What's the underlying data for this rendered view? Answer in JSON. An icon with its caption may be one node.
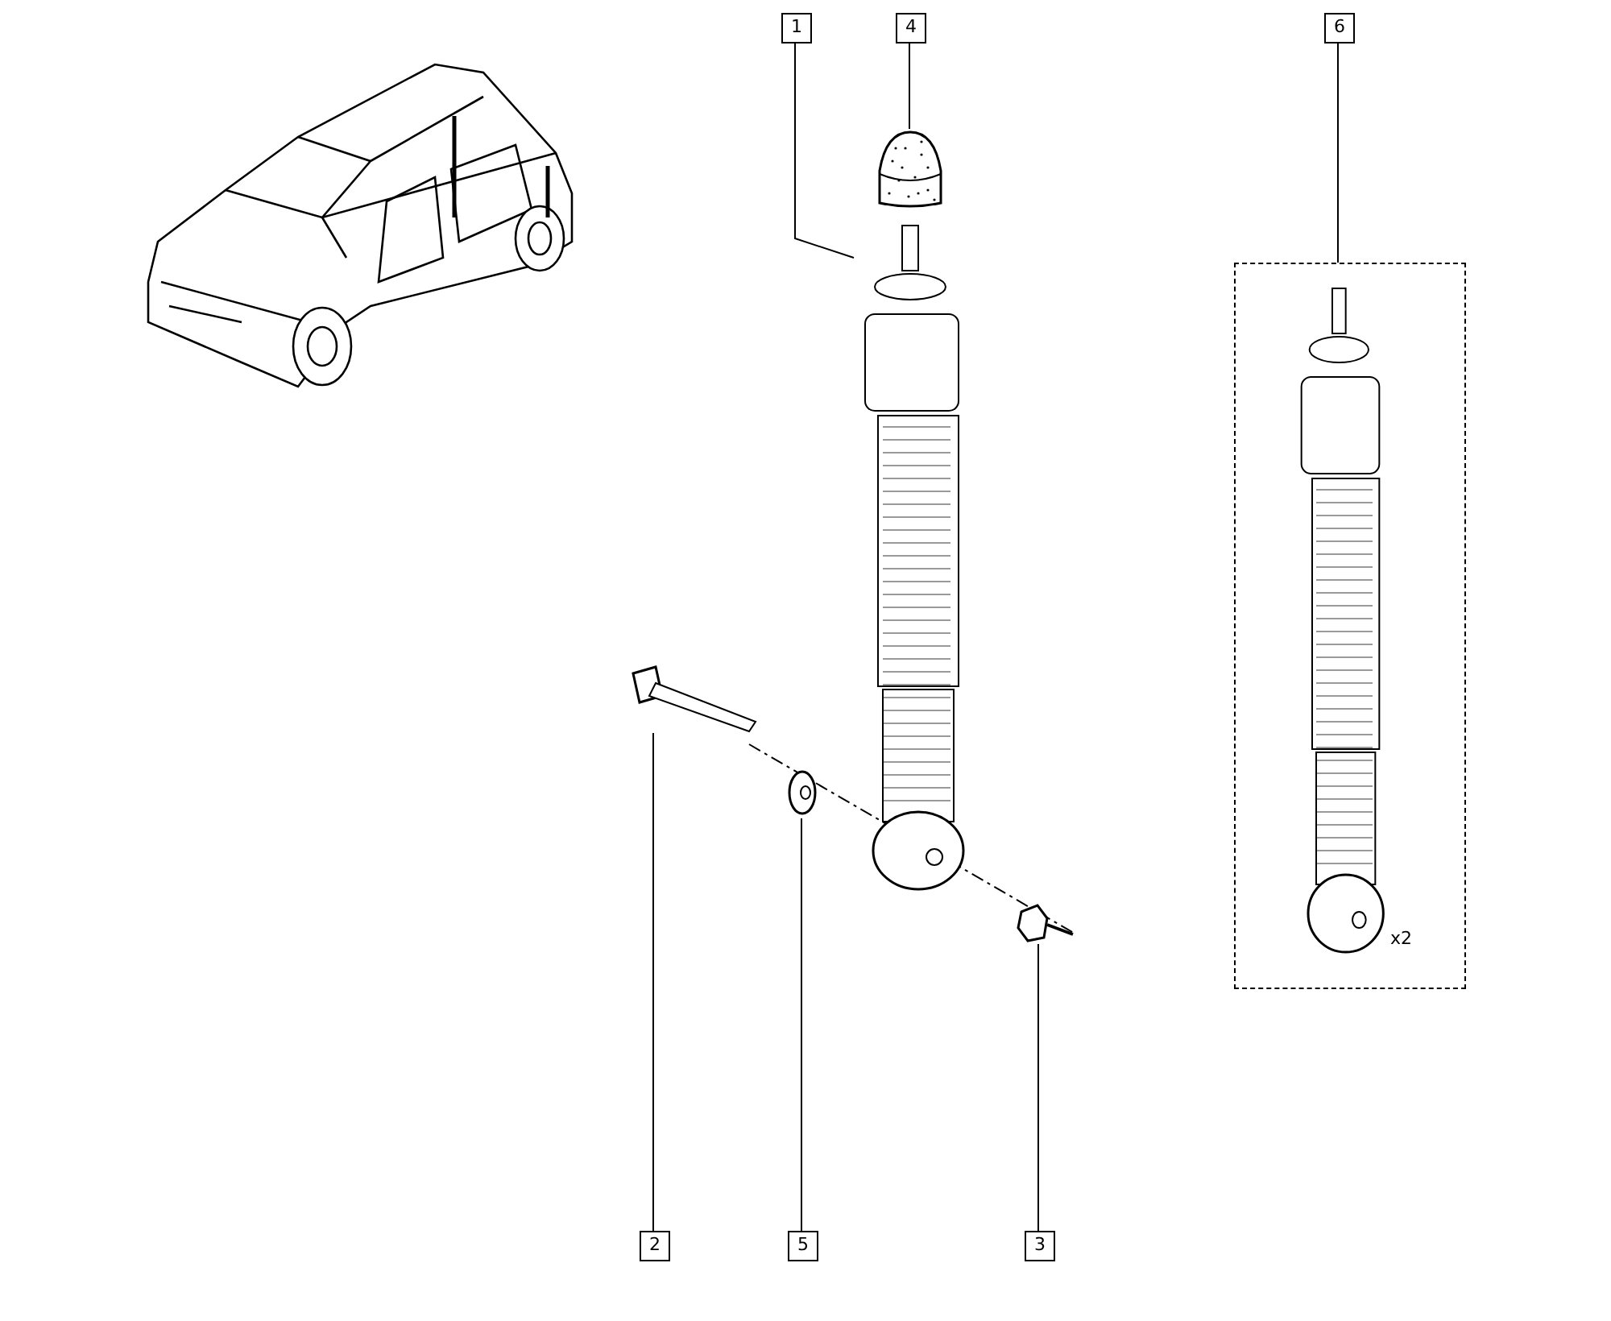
{
  "diagram": {
    "nodes": [
      {
        "text": [
          "1"
        ]
      },
      {
        "text": [],
        "shape": "picture"
      },
      {
        "text": [
          "4"
        ]
      },
      {
        "text": [],
        "shape": "picture"
      },
      {
        "text": [
          "6"
        ]
      },
      {
        "text": [
          "x2"
        ]
      },
      {
        "text": [],
        "shape": "picture",
        "in": 5
      },
      {
        "text": [
          "2"
        ]
      },
      {
        "text": [],
        "shape": "picture"
      },
      {
        "text": [
          "5"
        ]
      },
      {
        "text": [],
        "shape": "picture"
      },
      {
        "text": [
          "3"
        ]
      },
      {
        "text": [],
        "shape": "picture"
      }
    ],
    "edges": [
      {
        "from": 0,
        "to": 1,
        "arrow": "none"
      },
      {
        "from": 2,
        "to": 3,
        "arrow": "none"
      },
      {
        "from": 4,
        "to": 5,
        "arrow": "none"
      },
      {
        "from": 7,
        "to": 8,
        "arrow": "none"
      },
      {
        "from": 9,
        "to": 10,
        "arrow": "none"
      },
      {
        "from": 11,
        "to": 12,
        "arrow": "none"
      }
    ]
  }
}
